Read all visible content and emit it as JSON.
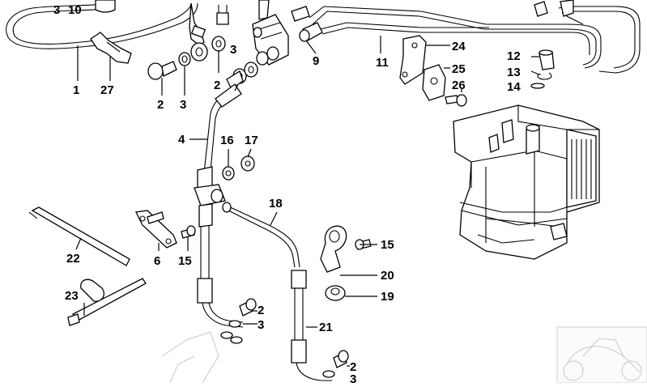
{
  "diagram": {
    "callouts": [
      {
        "id": "c3a",
        "text": "3"
      },
      {
        "id": "c10",
        "text": "10"
      },
      {
        "id": "c1",
        "text": "1"
      },
      {
        "id": "c27",
        "text": "27"
      },
      {
        "id": "c2a",
        "text": "2"
      },
      {
        "id": "c3b",
        "text": "3"
      },
      {
        "id": "c2b",
        "text": "2"
      },
      {
        "id": "c3c",
        "text": "3"
      },
      {
        "id": "c9",
        "text": "9"
      },
      {
        "id": "c11",
        "text": "11"
      },
      {
        "id": "c24",
        "text": "24"
      },
      {
        "id": "c25",
        "text": "25"
      },
      {
        "id": "c26",
        "text": "26"
      },
      {
        "id": "c12",
        "text": "12"
      },
      {
        "id": "c13",
        "text": "13"
      },
      {
        "id": "c14",
        "text": "14"
      },
      {
        "id": "c4",
        "text": "4"
      },
      {
        "id": "c16",
        "text": "16"
      },
      {
        "id": "c17",
        "text": "17"
      },
      {
        "id": "c18",
        "text": "18"
      },
      {
        "id": "c22",
        "text": "22"
      },
      {
        "id": "c6",
        "text": "6"
      },
      {
        "id": "c15a",
        "text": "15"
      },
      {
        "id": "c15b",
        "text": "15"
      },
      {
        "id": "c20",
        "text": "20"
      },
      {
        "id": "c19",
        "text": "19"
      },
      {
        "id": "c23",
        "text": "23"
      },
      {
        "id": "c2c",
        "text": "2"
      },
      {
        "id": "c3d",
        "text": "3"
      },
      {
        "id": "c21",
        "text": "21"
      },
      {
        "id": "c2d",
        "text": "2"
      },
      {
        "id": "c3e",
        "text": "3"
      }
    ]
  }
}
